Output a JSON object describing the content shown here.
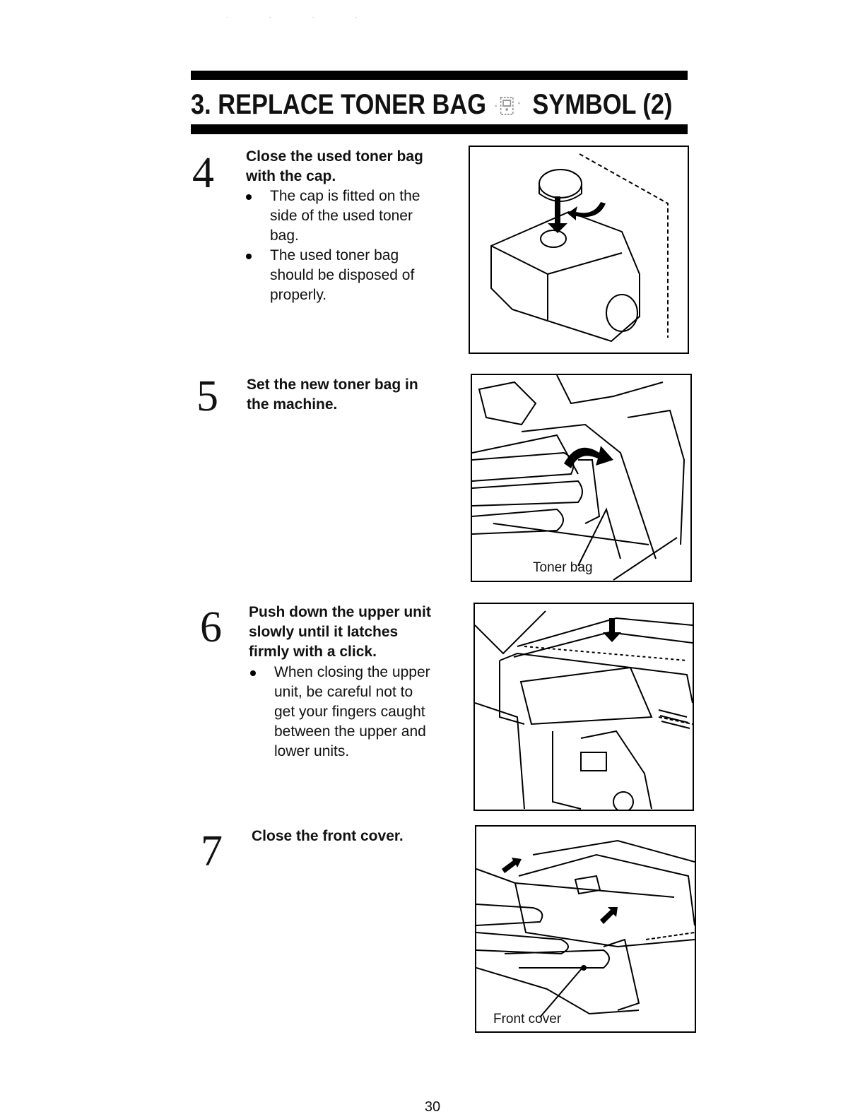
{
  "header": {
    "title_left": "3. REPLACE TONER BAG",
    "title_right": "SYMBOL (2)",
    "symbol_icon": "toner-bag-symbol-icon"
  },
  "steps": [
    {
      "number": "4",
      "heading_lines": [
        "Close the used toner bag",
        "with the cap."
      ],
      "bullets": [
        [
          "The cap is fitted on the",
          "side of the used toner",
          "bag."
        ],
        [
          "The used toner bag",
          "should be disposed of",
          "properly."
        ]
      ],
      "figure_label": ""
    },
    {
      "number": "5",
      "heading_lines": [
        "Set the new toner bag in",
        "the machine."
      ],
      "bullets": [],
      "figure_label": "Toner bag"
    },
    {
      "number": "6",
      "heading_lines": [
        "Push down the upper unit",
        "slowly until it latches",
        "firmly with a click."
      ],
      "bullets": [
        [
          "When closing the upper",
          "unit, be careful not to",
          "get your fingers caught",
          "between the upper and",
          "lower units."
        ]
      ],
      "figure_label": ""
    },
    {
      "number": "7",
      "heading_lines": [
        "Close the front cover."
      ],
      "bullets": [],
      "figure_label": "Front cover"
    }
  ],
  "footer": {
    "page_number": "30"
  }
}
